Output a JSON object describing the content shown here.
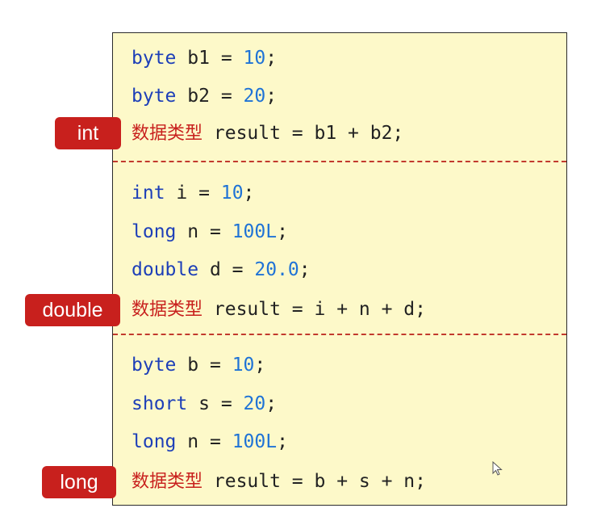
{
  "placeholder_text": "数据类型",
  "sections": [
    {
      "badge": "int",
      "lines": [
        {
          "type": "byte",
          "name": "b1",
          "eq": "=",
          "value": "10",
          "end": ";"
        },
        {
          "type": "byte",
          "name": "b2",
          "eq": "=",
          "value": "20",
          "end": ";"
        }
      ],
      "expression": "result = b1 + b2;"
    },
    {
      "badge": "double",
      "lines": [
        {
          "type": "int",
          "name": "i",
          "eq": "=",
          "value": "10",
          "end": ";"
        },
        {
          "type": "long",
          "name": "n",
          "eq": "=",
          "value": "100L",
          "end": ";"
        },
        {
          "type": "double",
          "name": "d",
          "eq": "=",
          "value": "20.0",
          "end": ";"
        }
      ],
      "expression": "result = i + n + d;"
    },
    {
      "badge": "long",
      "lines": [
        {
          "type": "byte",
          "name": "b",
          "eq": "=",
          "value": "10",
          "end": ";"
        },
        {
          "type": "short",
          "name": "s",
          "eq": "=",
          "value": "20",
          "end": ";"
        },
        {
          "type": "long",
          "name": "n",
          "eq": "=",
          "value": "100L",
          "end": ";"
        }
      ],
      "expression": "result = b + s + n;"
    }
  ],
  "colors": {
    "panel_background": "#fdf9c9",
    "keyword": "#1d3fb8",
    "number": "#1f73d6",
    "placeholder": "#c8201d",
    "badge_background": "#c8201d",
    "divider": "#c23a2e"
  }
}
